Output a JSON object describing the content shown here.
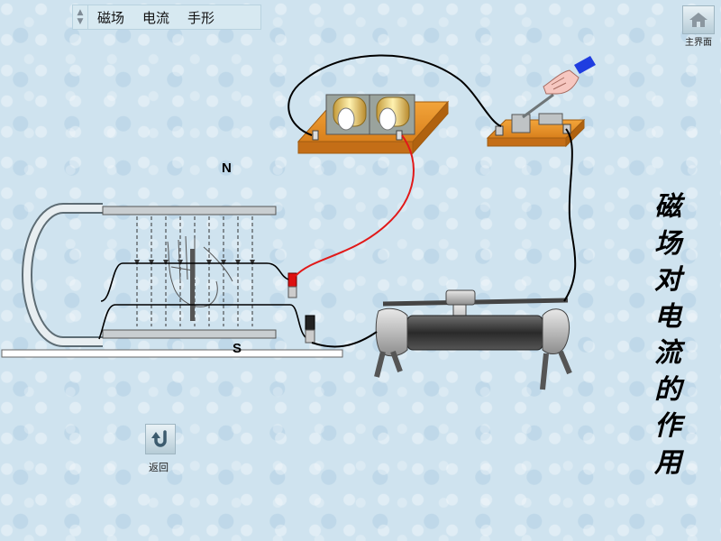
{
  "menu": {
    "items": [
      "磁场",
      "电流",
      "手形"
    ]
  },
  "home": {
    "label": "主界面"
  },
  "back": {
    "label": "返回"
  },
  "side_title": [
    "磁",
    "场",
    "对",
    "电",
    "流",
    "的",
    "作",
    "用"
  ],
  "magnet": {
    "north_label": "N",
    "south_label": "S"
  }
}
